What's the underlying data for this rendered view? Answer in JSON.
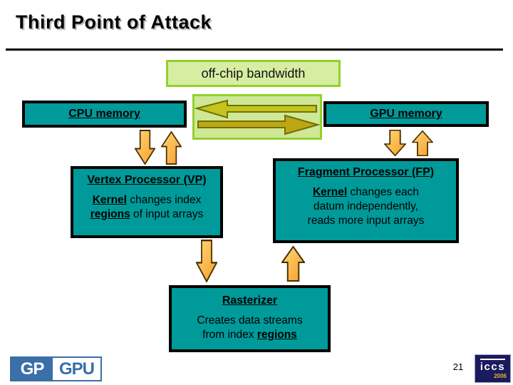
{
  "header": {
    "title": "Third Point of Attack"
  },
  "diagram": {
    "bandwidth_label": "off-chip bandwidth",
    "cpu_memory_label": "CPU memory",
    "gpu_memory_label": "GPU memory",
    "vertex_processor": {
      "title": "Vertex Processor (VP)",
      "line1_bold": "Kernel",
      "line1_rest": " changes index",
      "line2_bold": "regions",
      "line2_rest": " of input arrays"
    },
    "fragment_processor": {
      "title": "Fragment Processor (FP)",
      "line1_bold": "Kernel",
      "line1_rest": " changes each",
      "line2": "datum independently,",
      "line3": "reads more input arrays"
    },
    "rasterizer": {
      "title": "Rasterizer",
      "line1": "Creates data streams",
      "line2_rest": "from index ",
      "line2_bold": "regions"
    }
  },
  "icons": {
    "bandwidth_arrows": "left-right-transfer-arrows",
    "memory_transfer_arrows": "up-down-transfer-arrows"
  },
  "colors": {
    "teal_box": "#009a9a",
    "light_green_fill": "#d7eda2",
    "green_border": "#93d02b",
    "olive_arrow_left": "#c6c31f",
    "olive_arrow_right": "#bfa614",
    "orange_arrow_light": "#ffd878",
    "orange_arrow_dark": "#f79d2a",
    "gpgpu_blue": "#3a6fa8",
    "iccs_navy": "#1a1a5e",
    "iccs_year_yellow": "#e8b821"
  },
  "footer": {
    "page_number": "21",
    "gpgpu_logo": {
      "left": "GP",
      "right": "GPU"
    },
    "iccs_logo": {
      "name": "iccs",
      "year": "2006"
    }
  }
}
